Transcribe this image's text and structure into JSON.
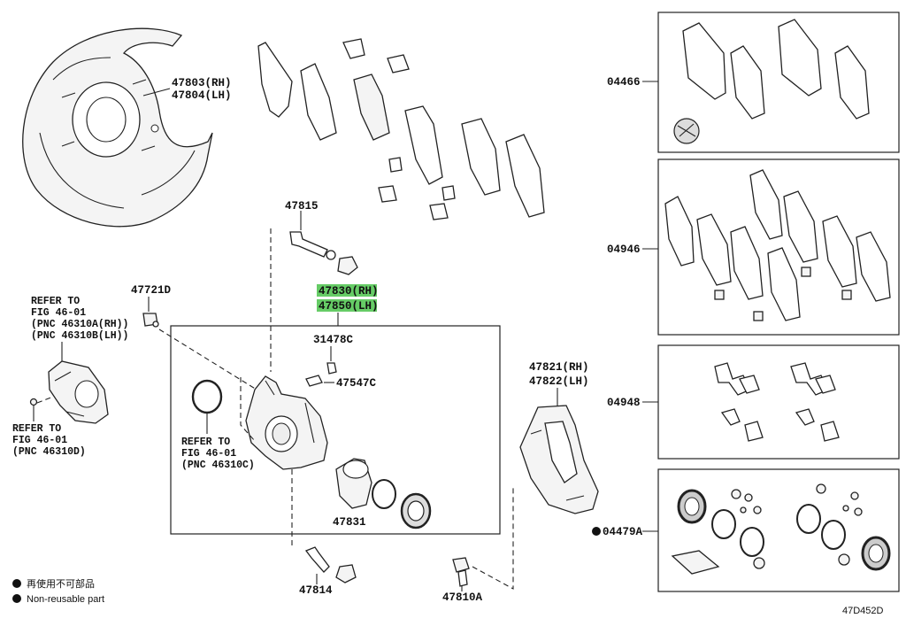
{
  "labels": {
    "p47803": "47803(RH)",
    "p47804": "47804(LH)",
    "p47815": "47815",
    "p47721d": "47721D",
    "p47830": "47830(RH)",
    "p47850": "47850(LH)",
    "p31478c": "31478C",
    "p47547c": "47547C",
    "p47831": "47831",
    "p47814": "47814",
    "p47810a": "47810A",
    "p47821": "47821(RH)",
    "p47822": "47822(LH)",
    "p04466": "04466",
    "p04946": "04946",
    "p04948": "04948",
    "p04479a": "04479A",
    "diagram_code": "47D452D"
  },
  "refs": {
    "ref_a": [
      "REFER TO",
      "FIG 46-01",
      "(PNC 46310A(RH))",
      "(PNC 46310B(LH))"
    ],
    "ref_b": [
      "REFER TO",
      "FIG 46-01",
      "(PNC 46310D)"
    ],
    "ref_c": [
      "REFER TO",
      "FIG 46-01",
      "(PNC 46310C)"
    ]
  },
  "legend": {
    "non_reusable_jp": "再使用不可部品",
    "non_reusable_en": "Non-reusable part"
  },
  "colors": {
    "highlight": "#66cc66",
    "ink": "#111111"
  }
}
